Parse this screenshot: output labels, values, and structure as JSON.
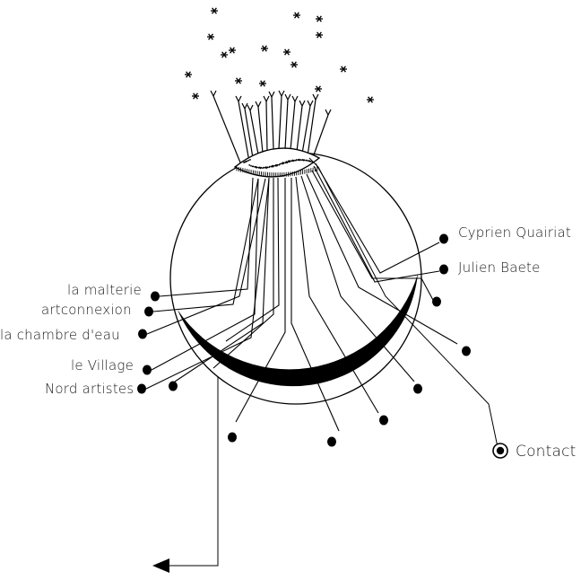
{
  "links_left": [
    {
      "id": "malterie",
      "label": "la malterie"
    },
    {
      "id": "artconnexion",
      "label": "artconnexion"
    },
    {
      "id": "chambre",
      "label": "la chambre d'eau"
    },
    {
      "id": "village",
      "label": "le Village"
    },
    {
      "id": "nord",
      "label": "Nord artistes"
    }
  ],
  "links_right": [
    {
      "id": "cyprien",
      "label": "Cyprien Quairiat"
    },
    {
      "id": "julien",
      "label": "Julien Baete"
    }
  ],
  "contact": {
    "label": "Contact",
    "icon": "radio-dot-icon"
  },
  "back": {
    "icon": "arrow-left-icon"
  },
  "colors": {
    "ink": "#000000",
    "background": "#ffffff"
  }
}
